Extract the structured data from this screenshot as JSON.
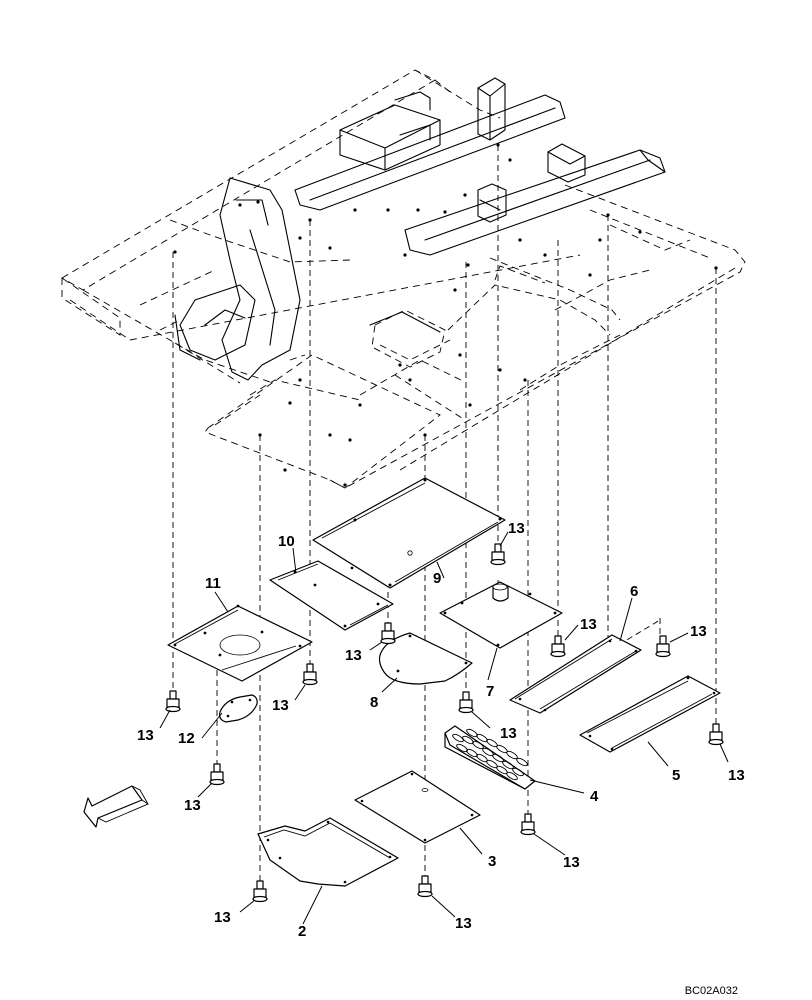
{
  "diagram": {
    "drawing_code": "BC02A032",
    "callouts": {
      "p2": "2",
      "p3": "3",
      "p4": "4",
      "p5": "5",
      "p6": "6",
      "p7": "7",
      "p8": "8",
      "p9": "9",
      "p10": "10",
      "p11": "11",
      "p12": "12",
      "bolt": "13"
    }
  }
}
